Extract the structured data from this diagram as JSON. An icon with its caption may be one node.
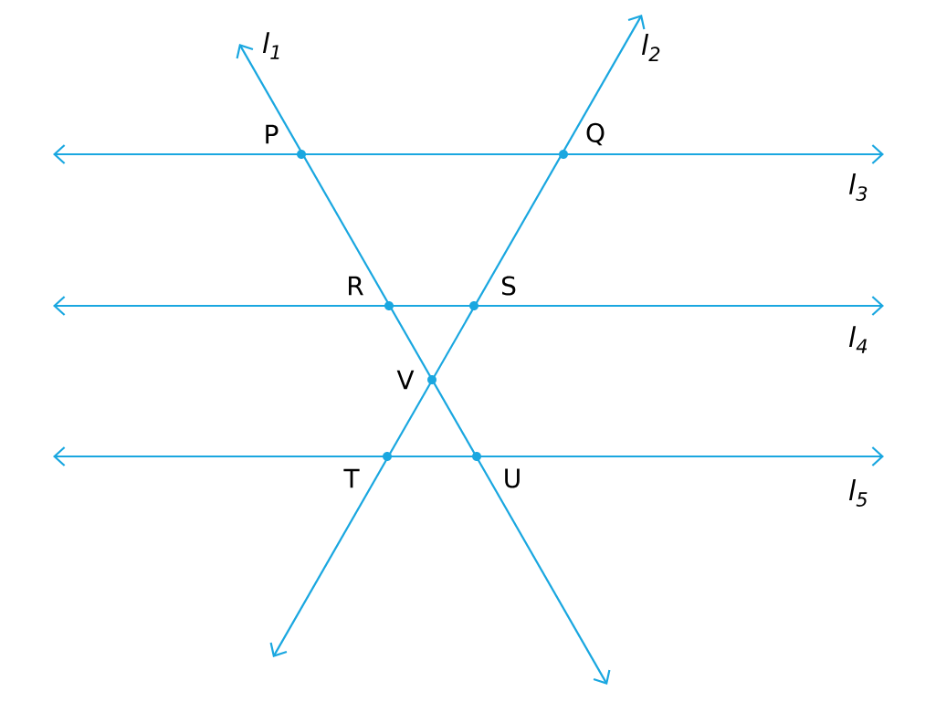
{
  "diagram": {
    "nodes": [
      {
        "text": [
          "P"
        ]
      },
      {
        "text": [
          "Q"
        ]
      },
      {
        "text": [
          "R"
        ]
      },
      {
        "text": [
          "S"
        ]
      },
      {
        "text": [
          "V"
        ]
      },
      {
        "text": [
          "T"
        ]
      },
      {
        "text": [
          "U"
        ]
      }
    ],
    "labels": [
      "l$_{1}$",
      "l$_{2}$",
      "l$_{3}$",
      "l$_{4}$",
      "l$_{5}$"
    ]
  }
}
